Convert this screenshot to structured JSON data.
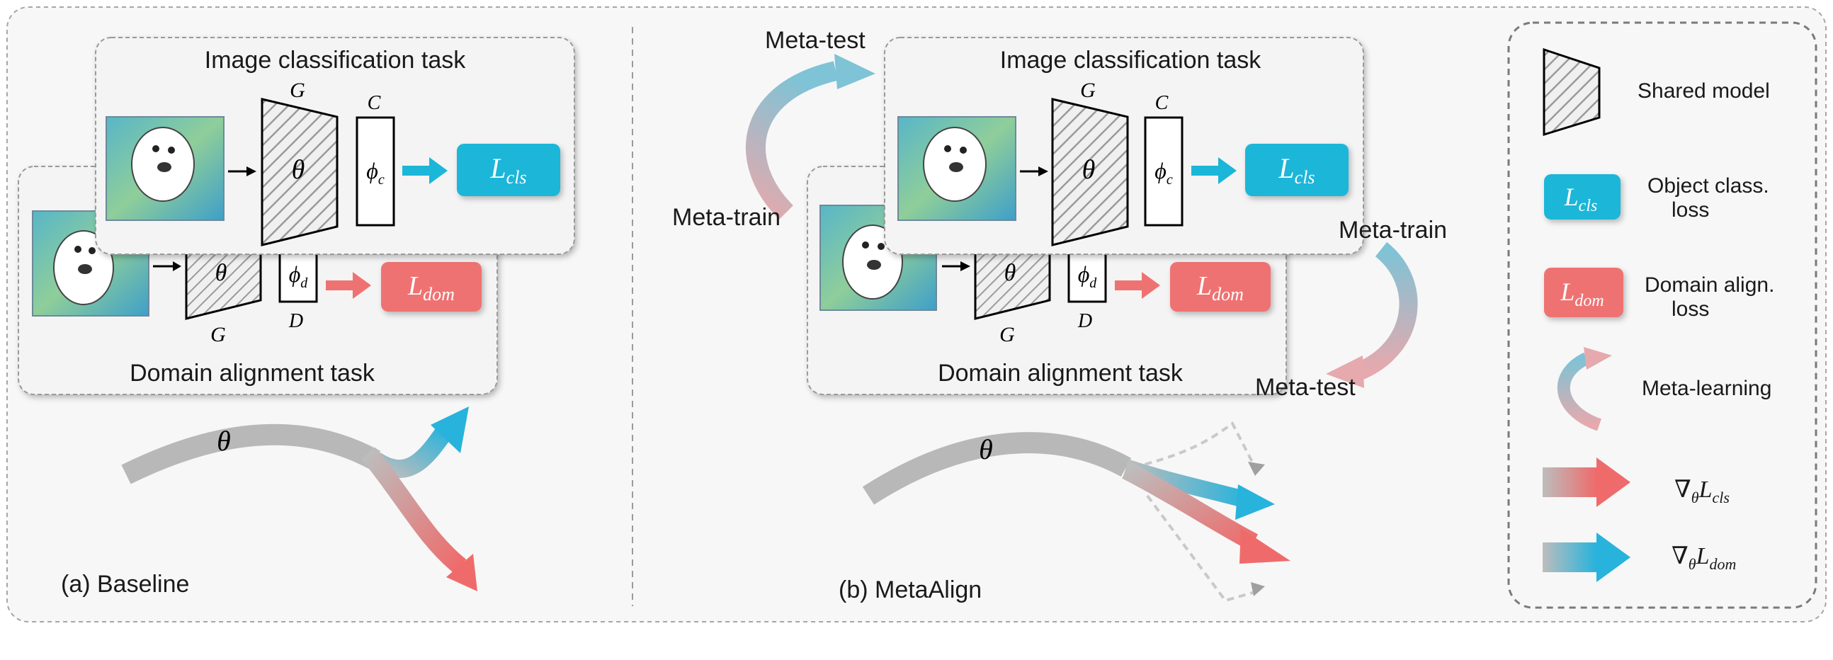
{
  "baseline": {
    "top_card_title": "Image classification task",
    "bottom_card_title": "Domain alignment task",
    "g_label_top": "G",
    "c_label": "C",
    "theta": "θ",
    "phi_c_main": "ϕ",
    "phi_c_sub": "c",
    "phi_d_main": "ϕ",
    "phi_d_sub": "d",
    "g_label_bottom": "G",
    "d_label": "D",
    "loss_cls_main": "L",
    "loss_cls_sub": "cls",
    "loss_dom_main": "L",
    "loss_dom_sub": "dom",
    "path_theta": "θ",
    "caption": "(a) Baseline"
  },
  "metaalign": {
    "top_card_title": "Image classification task",
    "bottom_card_title": "Domain alignment task",
    "g_label_top": "G",
    "c_label": "C",
    "theta": "θ",
    "phi_c_main": "ϕ",
    "phi_c_sub": "c",
    "phi_d_main": "ϕ",
    "phi_d_sub": "d",
    "g_label_bottom": "G",
    "d_label": "D",
    "loss_cls_main": "L",
    "loss_cls_sub": "cls",
    "loss_dom_main": "L",
    "loss_dom_sub": "dom",
    "meta_test_top": "Meta-test",
    "meta_train_left": "Meta-train",
    "meta_train_right": "Meta-train",
    "meta_test_bottom": "Meta-test",
    "path_theta": "θ",
    "caption": "(b) MetaAlign"
  },
  "legend": {
    "shared_model": "Shared model",
    "object_loss_line1": "Object class.",
    "object_loss_line2": "loss",
    "domain_loss_line1": "Domain align.",
    "domain_loss_line2": "loss",
    "meta_learning": "Meta-learning",
    "loss_cls_main": "L",
    "loss_cls_sub": "cls",
    "loss_dom_main": "L",
    "loss_dom_sub": "dom",
    "grad_cls_nabla": "∇",
    "grad_cls_sub": "θ",
    "grad_cls_main": "L",
    "grad_cls_sub2": "cls",
    "grad_dom_nabla": "∇",
    "grad_dom_sub": "θ",
    "grad_dom_main": "L",
    "grad_dom_sub2": "dom"
  },
  "colors": {
    "cls_loss": "#1bb6d8",
    "dom_loss": "#ef7272",
    "panel_bg": "#f7f7f7",
    "card_bg": "#f4f4f4",
    "gray_path": "#b8b8b8"
  }
}
